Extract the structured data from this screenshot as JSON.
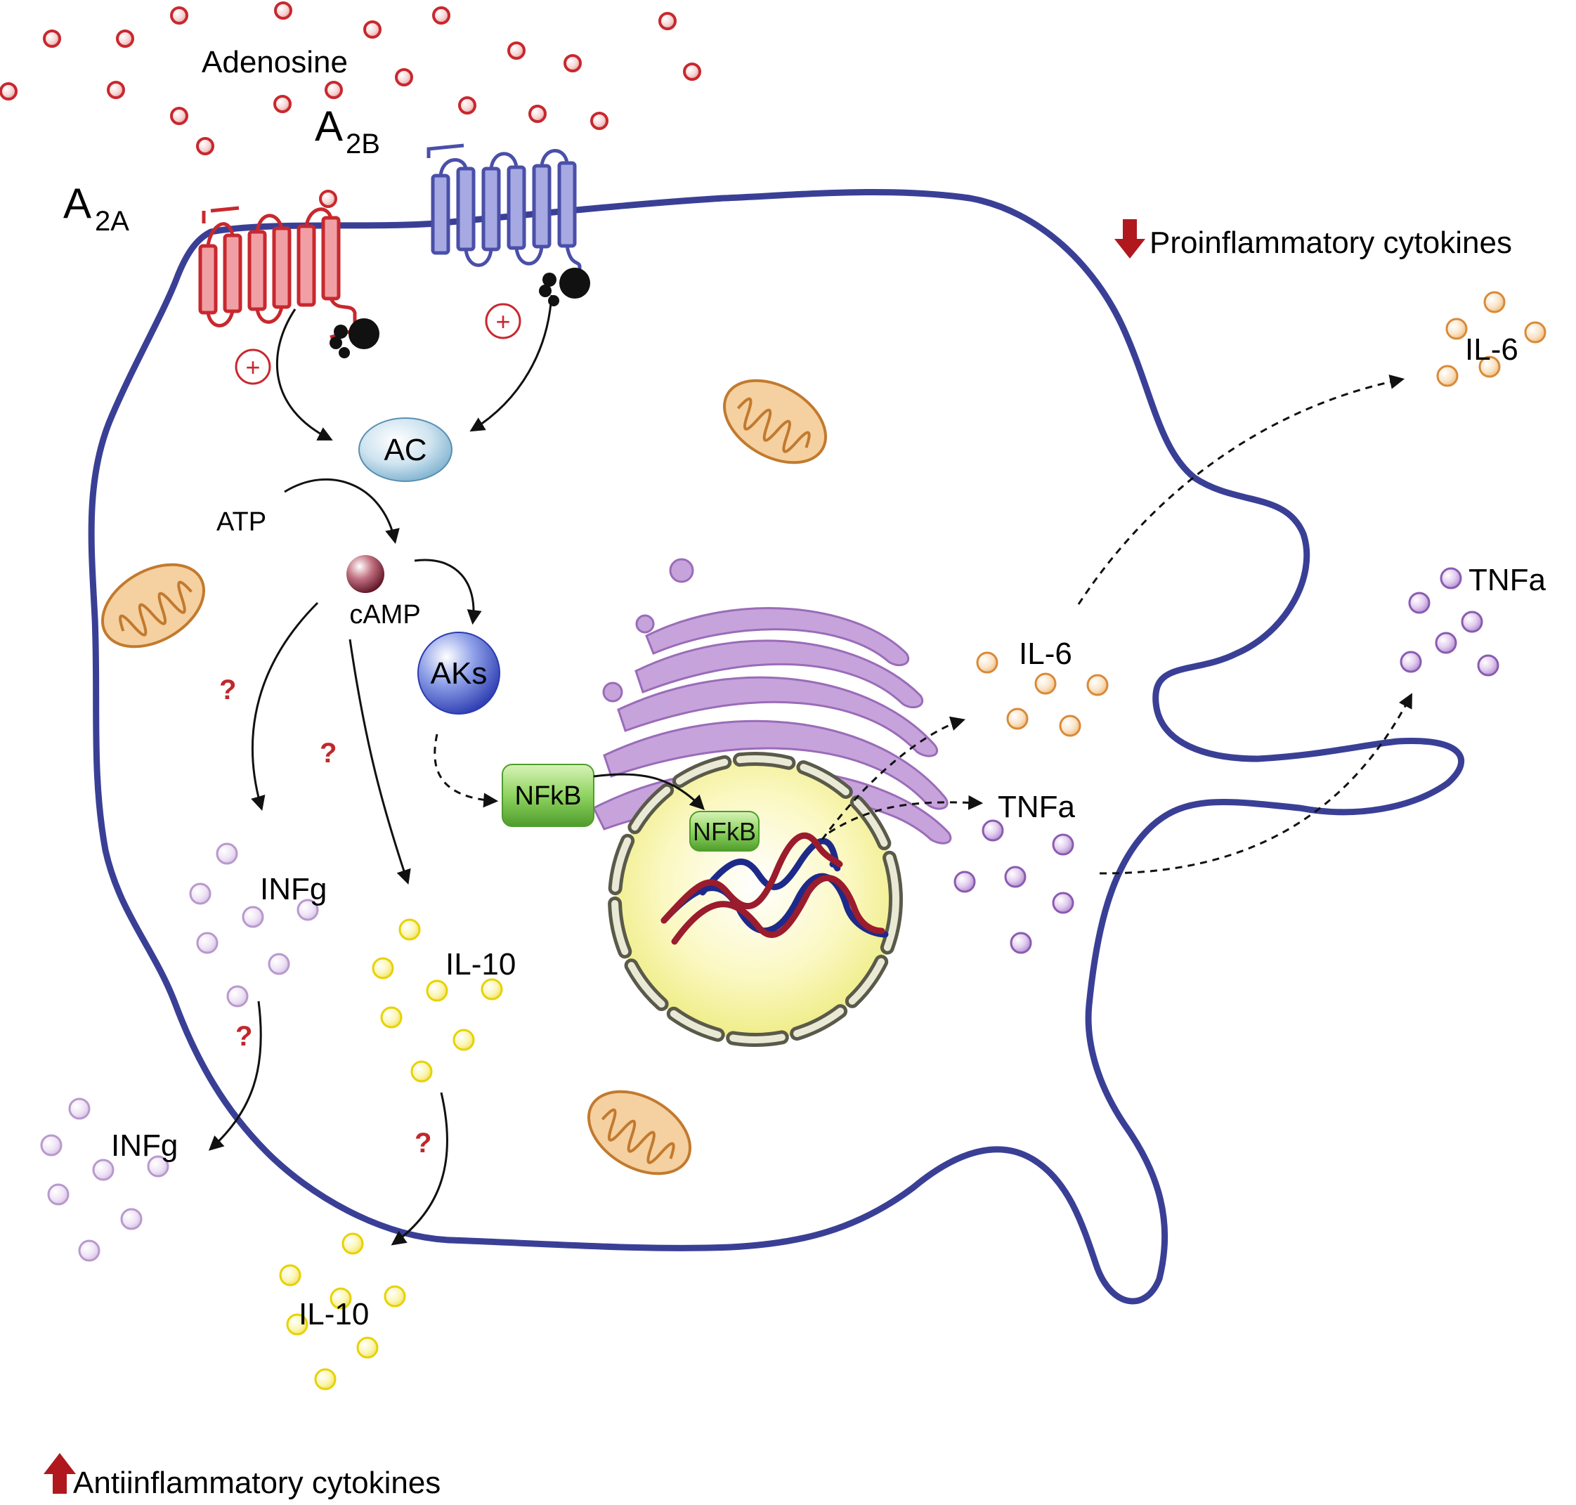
{
  "labels": {
    "adenosine": "Adenosine",
    "a2a_main": "A",
    "a2a_sub": "2A",
    "a2b_main": "A",
    "a2b_sub": "2B",
    "ac": "AC",
    "atp": "ATP",
    "camp": "cAMP",
    "aks": "AKs",
    "nfkb_cyto": "NFkB",
    "nfkb_nucleus": "NFkB",
    "infg_inside": "INFg",
    "infg_outside": "INFg",
    "il10_inside": "IL-10",
    "il10_outside": "IL-10",
    "il6_inside": "IL-6",
    "il6_outside": "IL-6",
    "tnfa_inside": "TNFa",
    "tnfa_outside": "TNFa",
    "question_mark": "?",
    "plus": "+"
  },
  "legend": {
    "proinflammatory": "Proinflammatory cytokines",
    "antiinflammatory": "Antiinflammatory cytokines"
  },
  "colors": {
    "cell_membrane": "#3a3f96",
    "a2a_receptor": "#c8282e",
    "a2b_receptor": "#4a4fa8",
    "adenosine": "#c8282e",
    "infg": "#c9a5dc",
    "il10": "#f2e000",
    "il6": "#e08a2a",
    "tnfa": "#7a3fa6",
    "nucleus": "#f6f3a0",
    "golgi": "#b48ac8",
    "mitochondria": "#e09a50",
    "nfkb": "#6cbf3a",
    "down_arrow": "#b0181e",
    "up_arrow": "#b0181e"
  }
}
